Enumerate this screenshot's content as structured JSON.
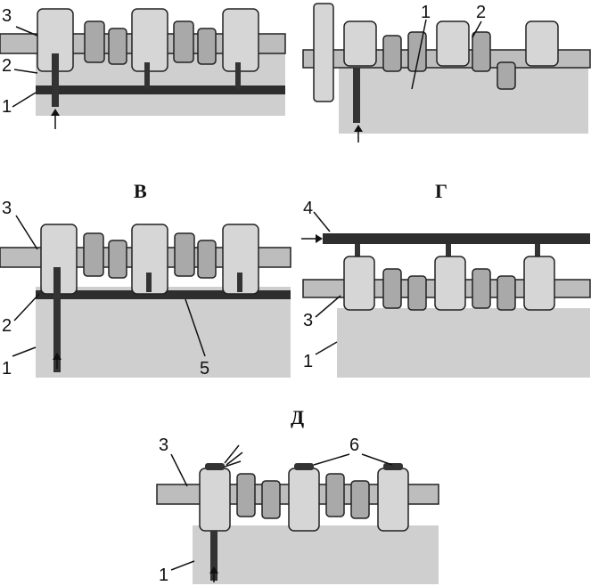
{
  "sections": {
    "v": "В",
    "g": "Г",
    "d": "Д"
  },
  "panel_a": {
    "label_3": "3",
    "label_2": "2",
    "label_1": "1"
  },
  "panel_b": {
    "label_1": "1",
    "label_2": "2"
  },
  "panel_v": {
    "label_3": "3",
    "label_2": "2",
    "label_1": "1",
    "label_5": "5"
  },
  "panel_g": {
    "label_4": "4",
    "label_3": "3",
    "label_1": "1"
  },
  "panel_d": {
    "label_3": "3",
    "label_6": "6",
    "label_1": "1"
  },
  "arrow_glyph": "↑"
}
